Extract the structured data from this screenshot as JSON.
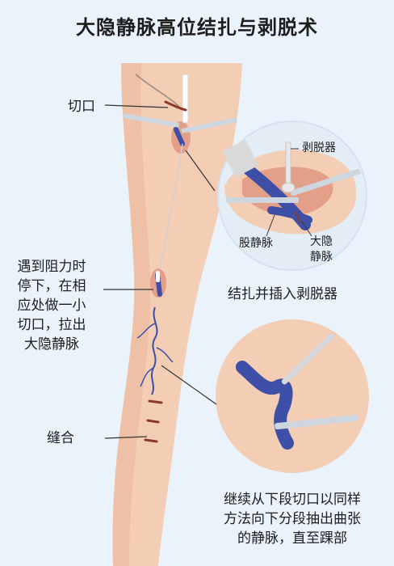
{
  "title": "大隐静脉高位结扎与剥脱术",
  "labels": {
    "incision": "切口",
    "stripper": "剥脱器",
    "femoral_vein": "股静脉",
    "gsv_line1": "大隐",
    "gsv_line2": "静脉",
    "ligate_insert": "结扎并插入剥脱器",
    "resistance": [
      "遇到阻力时",
      "停下，在相",
      "应处做一小",
      "切口，拉出",
      "大隐静脉"
    ],
    "suture": "缝合",
    "continue": [
      "继续从下段切口以同样",
      "方法向下分段抽出曲张",
      "的静脉，直至踝部"
    ]
  },
  "colors": {
    "background": "#eaf2fb",
    "skin": "#f3cdb4",
    "skin_dark": "#e9b89a",
    "vein": "#3d4fa6",
    "incision": "#8a3a2a",
    "instrument": "#cdd6df"
  }
}
